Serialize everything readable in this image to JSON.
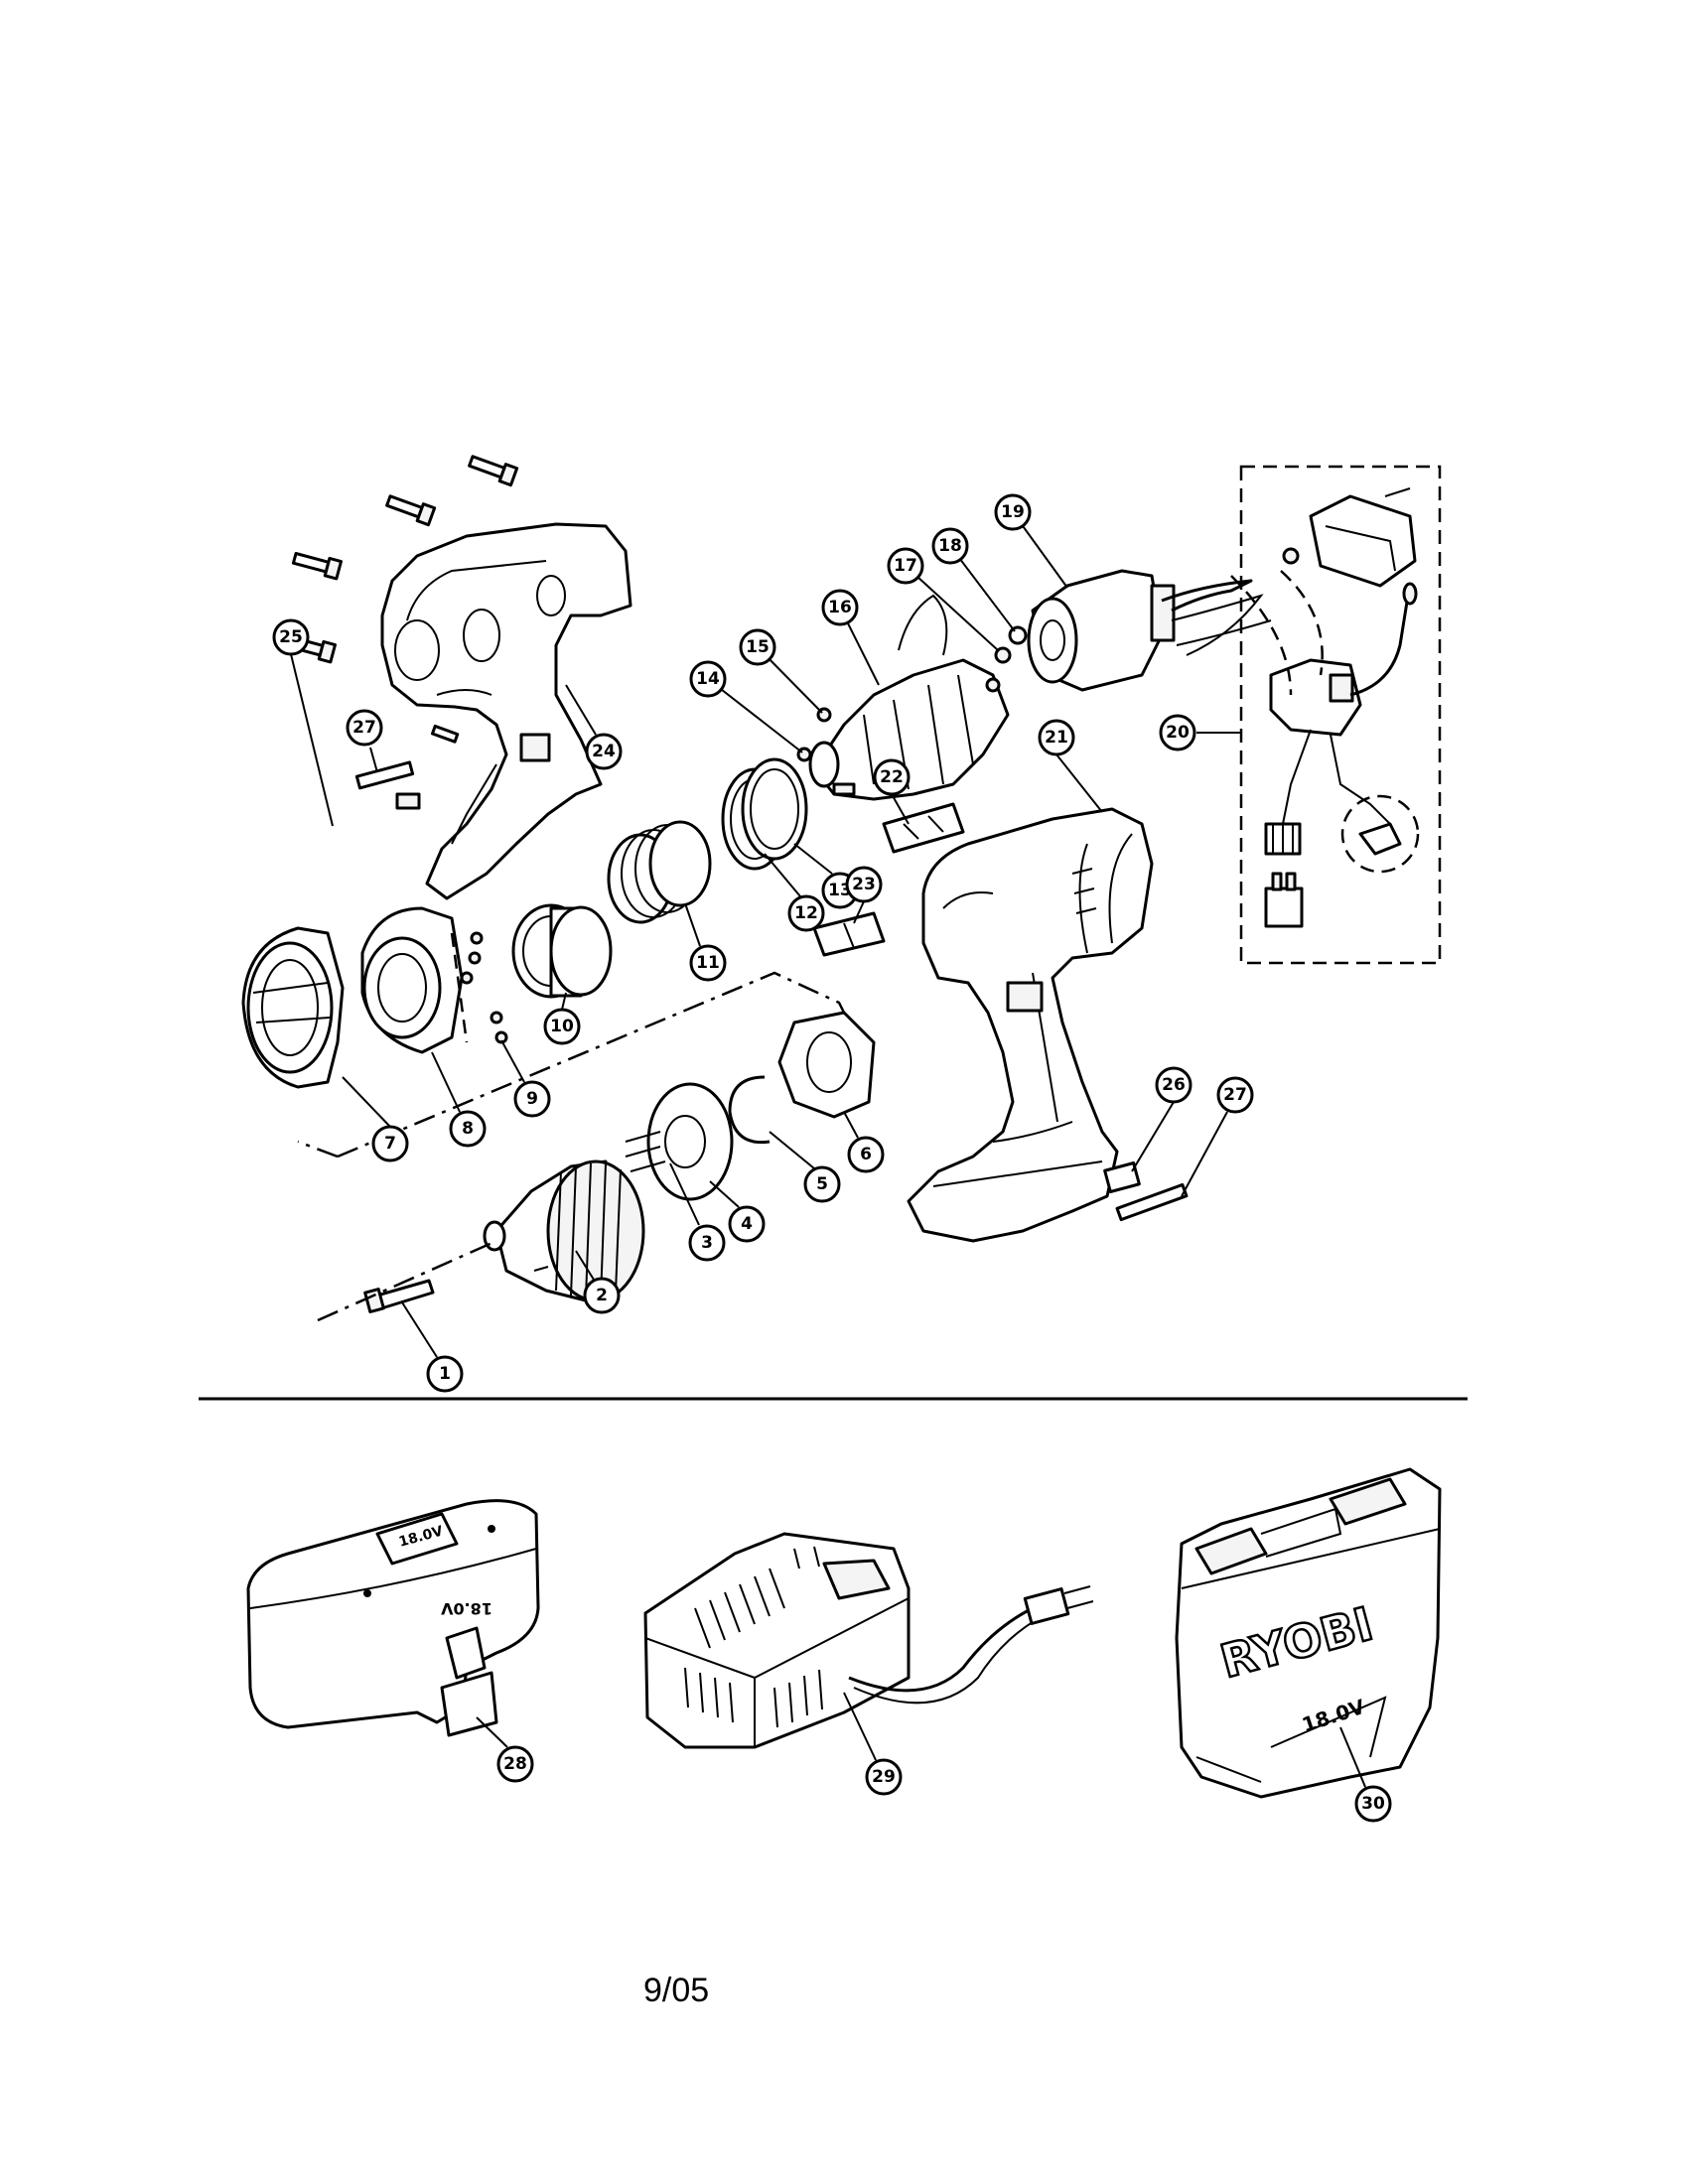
{
  "callouts": [
    {
      "id": "1",
      "label": "1"
    },
    {
      "id": "2",
      "label": "2"
    },
    {
      "id": "3",
      "label": "3"
    },
    {
      "id": "4",
      "label": "4"
    },
    {
      "id": "5",
      "label": "5"
    },
    {
      "id": "6",
      "label": "6"
    },
    {
      "id": "7",
      "label": "7"
    },
    {
      "id": "8",
      "label": "8"
    },
    {
      "id": "9",
      "label": "9"
    },
    {
      "id": "10",
      "label": "10"
    },
    {
      "id": "11",
      "label": "11"
    },
    {
      "id": "12",
      "label": "12"
    },
    {
      "id": "13",
      "label": "13"
    },
    {
      "id": "14",
      "label": "14"
    },
    {
      "id": "15",
      "label": "15"
    },
    {
      "id": "16",
      "label": "16"
    },
    {
      "id": "17",
      "label": "17"
    },
    {
      "id": "18",
      "label": "18"
    },
    {
      "id": "19",
      "label": "19"
    },
    {
      "id": "20",
      "label": "20"
    },
    {
      "id": "21",
      "label": "21"
    },
    {
      "id": "22",
      "label": "22"
    },
    {
      "id": "23",
      "label": "23"
    },
    {
      "id": "24",
      "label": "24"
    },
    {
      "id": "25",
      "label": "25"
    },
    {
      "id": "26",
      "label": "26"
    },
    {
      "id": "27a",
      "label": "27"
    },
    {
      "id": "27b",
      "label": "27"
    },
    {
      "id": "28",
      "label": "28"
    },
    {
      "id": "29",
      "label": "29"
    },
    {
      "id": "30",
      "label": "30"
    }
  ],
  "case_logo": "RYOBI",
  "case_voltage": "18.0V",
  "battery_voltage_top": "18.0V",
  "battery_voltage_side": "18.0V",
  "revision_date": "9/05"
}
